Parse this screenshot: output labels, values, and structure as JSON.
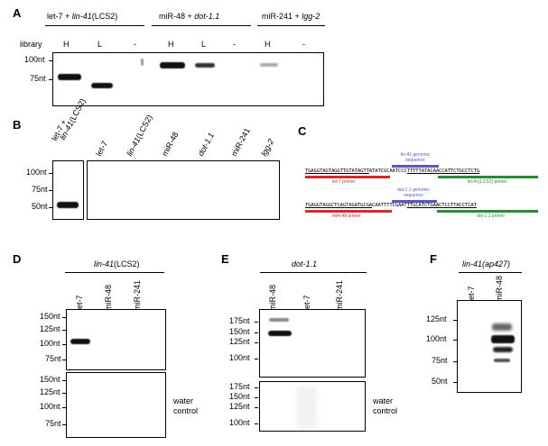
{
  "panel_a": {
    "label": "A",
    "groups": [
      {
        "main": "let-7 + ",
        "italic": "lin-41",
        "suffix": "(LCS2)"
      },
      {
        "main": "miR-48 + ",
        "italic": "dot-1.1",
        "suffix": ""
      },
      {
        "main": "miR-241 + ",
        "italic": "lgg-2",
        "suffix": ""
      }
    ],
    "library_label": "library",
    "lane_labels": [
      "H",
      "L",
      "-",
      "H",
      "L",
      "-",
      "H",
      "-"
    ],
    "markers": [
      "100nt",
      "75nt"
    ]
  },
  "panel_b": {
    "label": "B",
    "first_lane": {
      "line1": "let-7 +",
      "line2_italic": "lin-41",
      "line2_suffix": "(LCS2)"
    },
    "lanes": [
      {
        "text": "let-7",
        "italic": false
      },
      {
        "italic_text": "lin-41",
        "suffix": "(LCS2)",
        "italic": true
      },
      {
        "text": "miR-48",
        "italic": false
      },
      {
        "text": "dot-1.1",
        "italic": true
      },
      {
        "text": "miR-241",
        "italic": false
      },
      {
        "text": "lgg-2",
        "italic": true
      }
    ],
    "markers": [
      "100nt",
      "75nt",
      "50nt"
    ]
  },
  "panel_c": {
    "label": "C",
    "seq1_left": "TGAGGTAGTAGGTTGTATAGTT",
    "seq1_mid": "ATATCGCAATCCC",
    "seq1_right": "TTTTTATACAACCATTCTGCCTCTG",
    "seq1_top_label_1": "lin-41 genomic",
    "seq1_top_label_2": "sequence",
    "seq1_left_label": "let-7 primer",
    "seq1_right_label": "lin-41(LCS2) primer",
    "seq2_left": "TGAGGTAGGCTCAGTAGATGCGA",
    "seq2_mid": "CAATTTTCGAAT",
    "seq2_right": "TTGCATCTGAACTCCTTACCTCAT",
    "seq2_top_label_1": "dot-1.1 genomic",
    "seq2_top_label_2": "sequence",
    "seq2_left_label": "miR-48 primer",
    "seq2_right_label": "dot-1.1 primer",
    "colors": {
      "red": "#d42a2a",
      "green": "#2a8a3a",
      "blue": "#5b56c8"
    }
  },
  "panel_d": {
    "label": "D",
    "title_italic": "lin-41",
    "title_suffix": "(LCS2)",
    "lanes": [
      "let-7",
      "miR-48",
      "miR-241"
    ],
    "markers": [
      "150nt",
      "125nt",
      "100nt",
      "75nt"
    ],
    "water_line1": "water",
    "water_line2": "control"
  },
  "panel_e": {
    "label": "E",
    "title_italic": "dot-1.1",
    "lanes": [
      "miR-48",
      "let-7",
      "miR-241"
    ],
    "markers": [
      "175nt",
      "150nt",
      "125nt",
      "100nt"
    ],
    "water_line1": "water",
    "water_line2": "control"
  },
  "panel_f": {
    "label": "F",
    "title_italic": "lin-41(ap427)",
    "lanes": [
      "let-7",
      "miR-48"
    ],
    "markers": [
      "125nt",
      "100nt",
      "75nt",
      "50nt"
    ]
  }
}
